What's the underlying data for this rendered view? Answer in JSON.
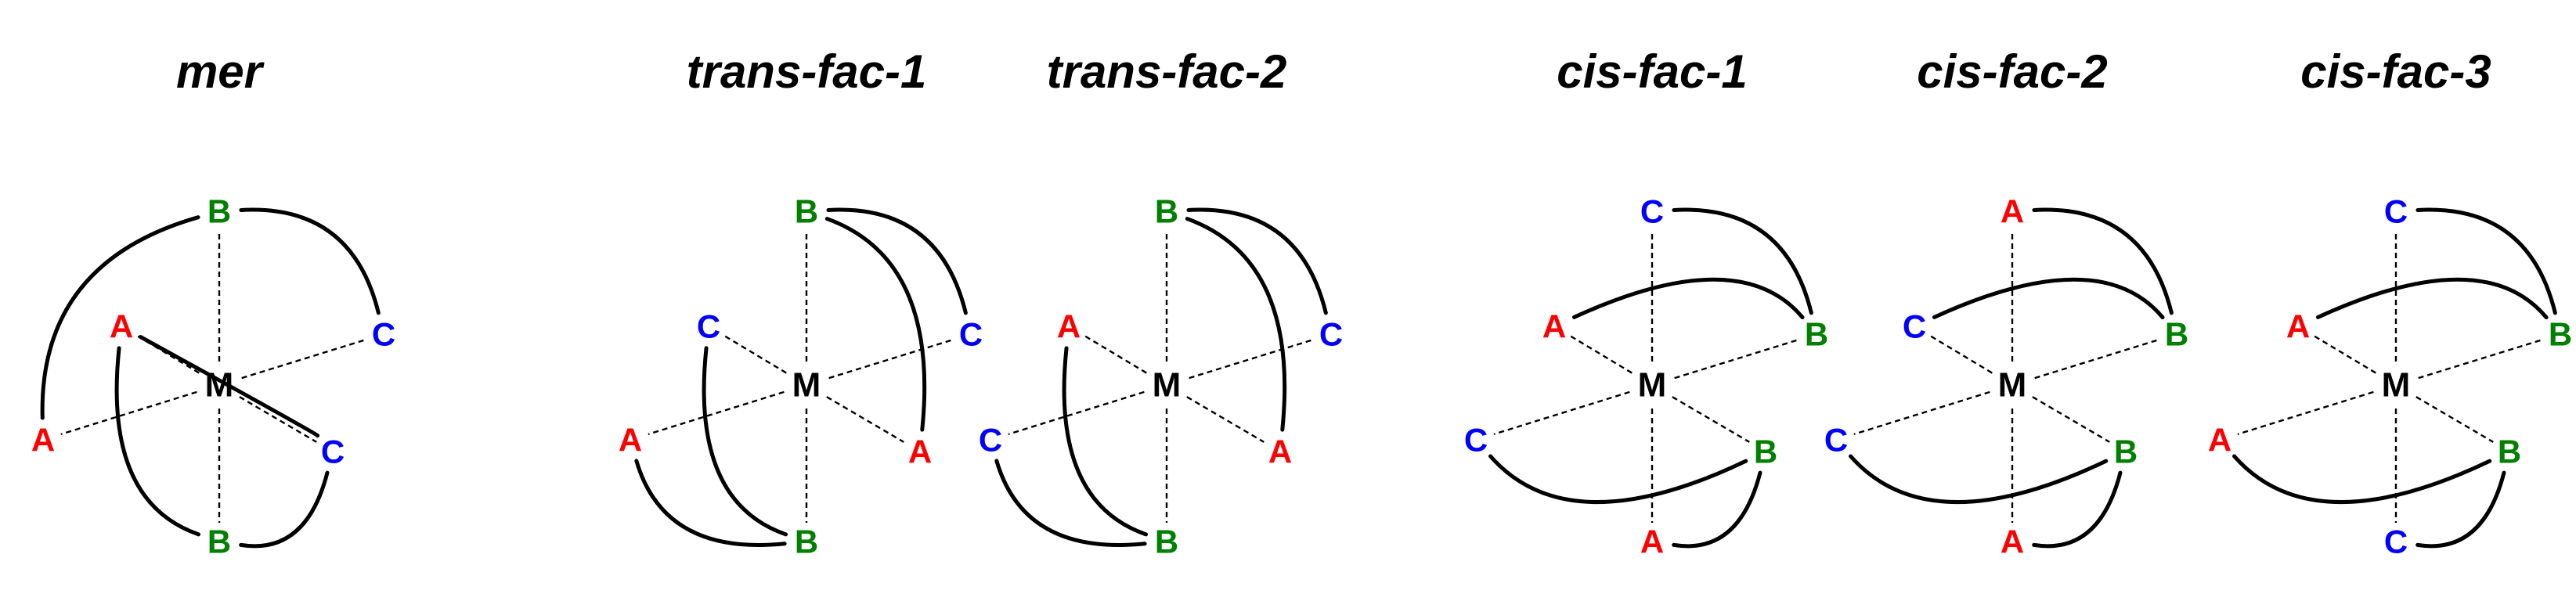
{
  "colors": {
    "A": "#ff0000",
    "B": "#008000",
    "C": "#0000ff",
    "M": "#000000"
  },
  "center_label": "M",
  "isomers": [
    {
      "title": "mer",
      "ligands": {
        "top": "B",
        "bottom": "B",
        "ul": "A",
        "ur": "C",
        "ll": "A",
        "lr": "C"
      },
      "chelates": [
        [
          "ul",
          "lr"
        ],
        [
          "ll",
          "top"
        ],
        [
          "top",
          "ur"
        ],
        [
          "bottom",
          "ul"
        ],
        [
          "bottom",
          "lr"
        ]
      ]
    },
    {
      "title": "trans-fac-1",
      "ligands": {
        "top": "B",
        "bottom": "B",
        "ul": "C",
        "ur": "C",
        "ll": "A",
        "lr": "A"
      },
      "chelates": [
        [
          "top",
          "ur"
        ],
        [
          "top",
          "lr"
        ],
        [
          "ul",
          "bottom"
        ],
        [
          "ll",
          "bottom"
        ]
      ]
    },
    {
      "title": "trans-fac-2",
      "ligands": {
        "top": "B",
        "bottom": "B",
        "ul": "A",
        "ur": "C",
        "ll": "C",
        "lr": "A"
      },
      "chelates": [
        [
          "top",
          "ur"
        ],
        [
          "top",
          "lr"
        ],
        [
          "ul",
          "bottom"
        ],
        [
          "ll",
          "bottom"
        ]
      ]
    },
    {
      "title": "cis-fac-1",
      "ligands": {
        "top": "C",
        "bottom": "A",
        "ul": "A",
        "ur": "B",
        "ll": "C",
        "lr": "B"
      },
      "chelates": [
        [
          "top",
          "ur"
        ],
        [
          "ul",
          "ur"
        ],
        [
          "ll",
          "lr"
        ],
        [
          "bottom",
          "lr"
        ]
      ]
    },
    {
      "title": "cis-fac-2",
      "ligands": {
        "top": "A",
        "bottom": "A",
        "ul": "C",
        "ur": "B",
        "ll": "C",
        "lr": "B"
      },
      "chelates": [
        [
          "top",
          "ur"
        ],
        [
          "ul",
          "ur"
        ],
        [
          "ll",
          "lr"
        ],
        [
          "bottom",
          "lr"
        ]
      ]
    },
    {
      "title": "cis-fac-3",
      "ligands": {
        "top": "C",
        "bottom": "C",
        "ul": "A",
        "ur": "B",
        "ll": "A",
        "lr": "B"
      },
      "chelates": [
        [
          "top",
          "ur"
        ],
        [
          "ul",
          "ur"
        ],
        [
          "ll",
          "lr"
        ],
        [
          "bottom",
          "lr"
        ]
      ]
    }
  ]
}
